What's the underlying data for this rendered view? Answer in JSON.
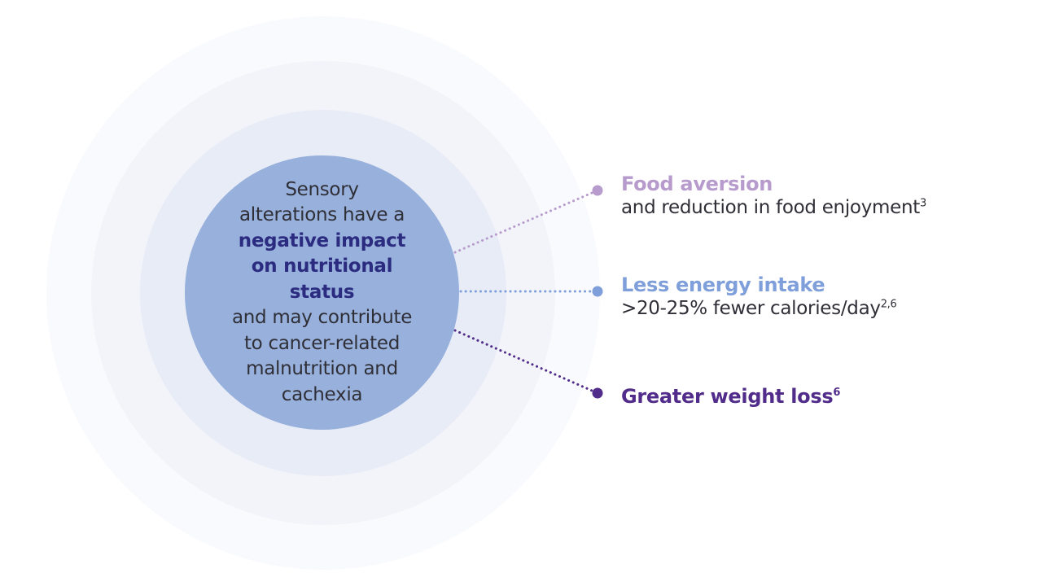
{
  "center": {
    "line1": "Sensory",
    "line2": "alterations have a",
    "highlight": "negative impact on nutritional status",
    "rest": "and may contribute to cancer-related malnutrition and cachexia"
  },
  "outcomes": [
    {
      "title": "Food aversion",
      "title_ref": "",
      "subtitle": "and reduction in food enjoyment",
      "subtitle_ref": "3",
      "color": "#b79bcd"
    },
    {
      "title": "Less energy intake",
      "title_ref": "",
      "subtitle": ">20-25% fewer calories/day",
      "subtitle_ref": "2,6",
      "color": "#7f9fdb"
    },
    {
      "title": "Greater weight loss",
      "title_ref": "6",
      "subtitle": "",
      "subtitle_ref": "",
      "color": "#522c8a"
    }
  ]
}
